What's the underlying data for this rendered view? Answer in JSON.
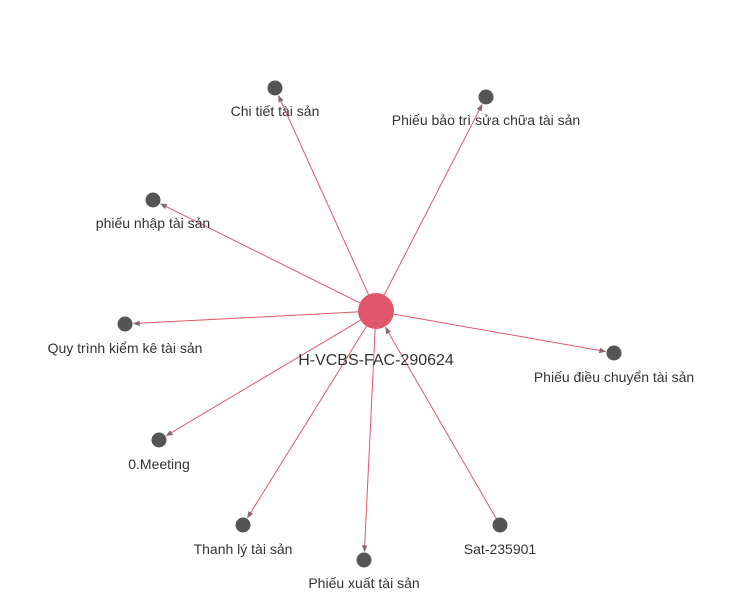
{
  "graph": {
    "center": {
      "id": "center",
      "label": "H-VCBS-FAC-290624"
    },
    "nodes": [
      {
        "id": "n1",
        "label": "Chi tiết tài sản",
        "direction": "outgoing"
      },
      {
        "id": "n2",
        "label": "Phiếu bảo trì sửa chữa tài sản",
        "direction": "outgoing"
      },
      {
        "id": "n3",
        "label": "phiếu nhập tài sản",
        "direction": "outgoing"
      },
      {
        "id": "n4",
        "label": "Quy trình kiểm kê tài sản",
        "direction": "outgoing"
      },
      {
        "id": "n5",
        "label": "Phiếu điều chuyển tài sản",
        "direction": "outgoing"
      },
      {
        "id": "n6",
        "label": "0.Meeting",
        "direction": "outgoing"
      },
      {
        "id": "n7",
        "label": "Thanh lý tài sản",
        "direction": "outgoing"
      },
      {
        "id": "n8",
        "label": "Phiếu xuất tài sản",
        "direction": "outgoing"
      },
      {
        "id": "n9",
        "label": "Sat-235901",
        "direction": "incoming"
      }
    ]
  },
  "colors": {
    "center_node": "#e0566a",
    "leaf_node": "#555555",
    "edge": "#e0566a",
    "arrow": "#8a6a72",
    "center_text": "#333333",
    "label_text": "#333333",
    "background": "#ffffff"
  }
}
